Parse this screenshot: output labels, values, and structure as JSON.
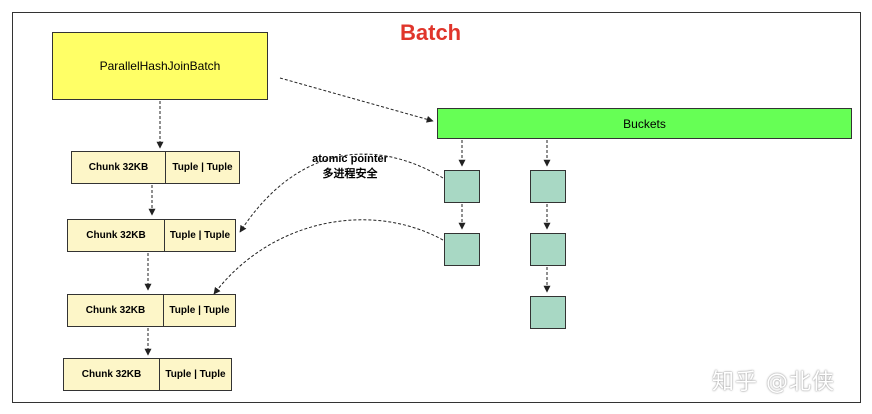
{
  "title": "Batch",
  "main_node": "ParallelHashJoinBatch",
  "buckets_node": "Buckets",
  "chunks": [
    {
      "left": "Chunk 32KB",
      "right": "Tuple | Tuple"
    },
    {
      "left": "Chunk 32KB",
      "right": "Tuple | Tuple"
    },
    {
      "left": "Chunk 32KB",
      "right": "Tuple | Tuple"
    },
    {
      "left": "Chunk 32KB",
      "right": "Tuple | Tuple"
    }
  ],
  "annotation": {
    "line1": "atomic pointer",
    "line2": "多进程安全"
  },
  "watermark": "知乎 @北侠",
  "colors": {
    "title": "#e0352b",
    "main_node_fill": "#ffff66",
    "buckets_fill": "#66ff55",
    "chunk_fill": "#fdf6c8",
    "bucket_cell_fill": "#a8d8c4"
  }
}
